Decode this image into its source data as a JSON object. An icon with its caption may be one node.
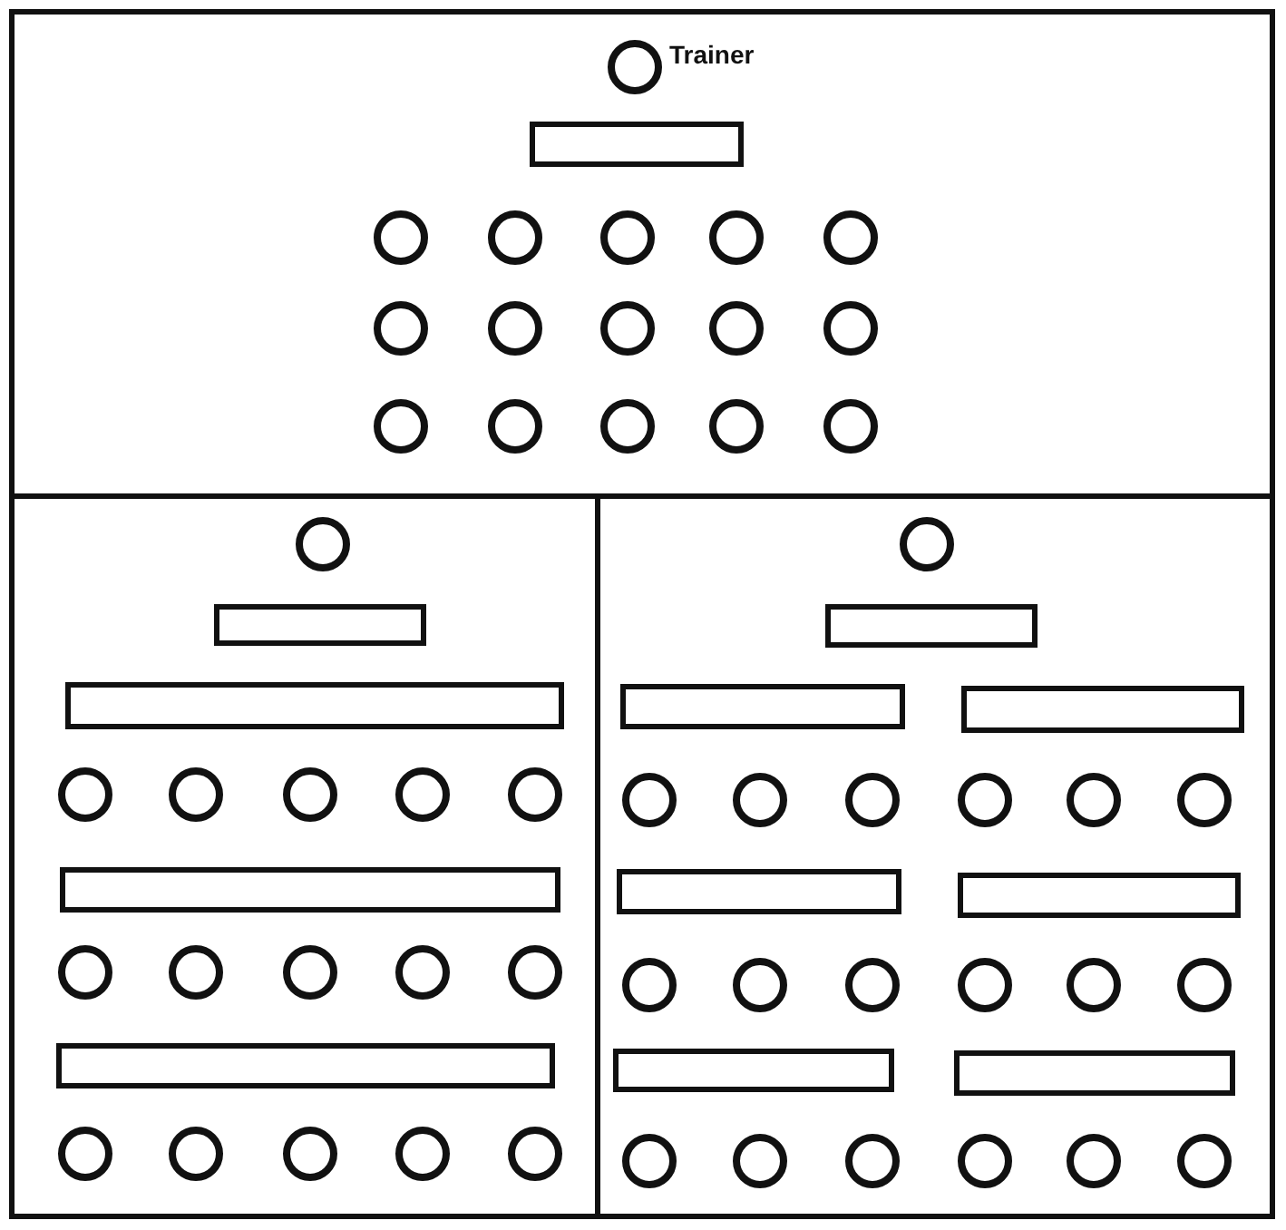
{
  "diagram": {
    "nodes": [
      {
        "text": [],
        "shape": "box"
      },
      {
        "text": [],
        "shape": "circle",
        "in": 0,
        "beside": [
          "Trainer"
        ]
      },
      {
        "text": [],
        "shape": "bar",
        "in": 0
      },
      {
        "text": [],
        "shape": "circle",
        "in": 0
      },
      {
        "text": [],
        "shape": "circle",
        "in": 0
      },
      {
        "text": [],
        "shape": "circle",
        "in": 0
      },
      {
        "text": [],
        "shape": "circle",
        "in": 0
      },
      {
        "text": [],
        "shape": "circle",
        "in": 0
      },
      {
        "text": [],
        "shape": "circle",
        "in": 0
      },
      {
        "text": [],
        "shape": "circle",
        "in": 0
      },
      {
        "text": [],
        "shape": "circle",
        "in": 0
      },
      {
        "text": [],
        "shape": "circle",
        "in": 0
      },
      {
        "text": [],
        "shape": "circle",
        "in": 0
      },
      {
        "text": [],
        "shape": "circle",
        "in": 0
      },
      {
        "text": [],
        "shape": "circle",
        "in": 0
      },
      {
        "text": [],
        "shape": "circle",
        "in": 0
      },
      {
        "text": [],
        "shape": "circle",
        "in": 0
      },
      {
        "text": [],
        "shape": "circle",
        "in": 0
      },
      {
        "text": [],
        "shape": "box"
      },
      {
        "text": [],
        "shape": "circle",
        "in": 18
      },
      {
        "text": [],
        "shape": "bar",
        "in": 18
      },
      {
        "text": [],
        "shape": "bar",
        "in": 18
      },
      {
        "text": [],
        "shape": "circle",
        "in": 18
      },
      {
        "text": [],
        "shape": "circle",
        "in": 18
      },
      {
        "text": [],
        "shape": "circle",
        "in": 18
      },
      {
        "text": [],
        "shape": "circle",
        "in": 18
      },
      {
        "text": [],
        "shape": "circle",
        "in": 18
      },
      {
        "text": [],
        "shape": "bar",
        "in": 18
      },
      {
        "text": [],
        "shape": "circle",
        "in": 18
      },
      {
        "text": [],
        "shape": "circle",
        "in": 18
      },
      {
        "text": [],
        "shape": "circle",
        "in": 18
      },
      {
        "text": [],
        "shape": "circle",
        "in": 18
      },
      {
        "text": [],
        "shape": "circle",
        "in": 18
      },
      {
        "text": [],
        "shape": "bar",
        "in": 18
      },
      {
        "text": [],
        "shape": "circle",
        "in": 18
      },
      {
        "text": [],
        "shape": "circle",
        "in": 18
      },
      {
        "text": [],
        "shape": "circle",
        "in": 18
      },
      {
        "text": [],
        "shape": "circle",
        "in": 18
      },
      {
        "text": [],
        "shape": "circle",
        "in": 18
      },
      {
        "text": [],
        "shape": "box"
      },
      {
        "text": [],
        "shape": "circle",
        "in": 39
      },
      {
        "text": [],
        "shape": "bar",
        "in": 39
      },
      {
        "text": [],
        "shape": "bar",
        "in": 39
      },
      {
        "text": [],
        "shape": "bar",
        "in": 39
      },
      {
        "text": [],
        "shape": "circle",
        "in": 39
      },
      {
        "text": [],
        "shape": "circle",
        "in": 39
      },
      {
        "text": [],
        "shape": "circle",
        "in": 39
      },
      {
        "text": [],
        "shape": "circle",
        "in": 39
      },
      {
        "text": [],
        "shape": "circle",
        "in": 39
      },
      {
        "text": [],
        "shape": "circle",
        "in": 39
      },
      {
        "text": [],
        "shape": "bar",
        "in": 39
      },
      {
        "text": [],
        "shape": "bar",
        "in": 39
      },
      {
        "text": [],
        "shape": "circle",
        "in": 39
      },
      {
        "text": [],
        "shape": "circle",
        "in": 39
      },
      {
        "text": [],
        "shape": "circle",
        "in": 39
      },
      {
        "text": [],
        "shape": "circle",
        "in": 39
      },
      {
        "text": [],
        "shape": "circle",
        "in": 39
      },
      {
        "text": [],
        "shape": "circle",
        "in": 39
      },
      {
        "text": [],
        "shape": "bar",
        "in": 39
      },
      {
        "text": [],
        "shape": "bar",
        "in": 39
      },
      {
        "text": [],
        "shape": "circle",
        "in": 39
      },
      {
        "text": [],
        "shape": "circle",
        "in": 39
      },
      {
        "text": [],
        "shape": "circle",
        "in": 39
      },
      {
        "text": [],
        "shape": "circle",
        "in": 39
      },
      {
        "text": [],
        "shape": "circle",
        "in": 39
      },
      {
        "text": [],
        "shape": "circle",
        "in": 39
      }
    ]
  }
}
